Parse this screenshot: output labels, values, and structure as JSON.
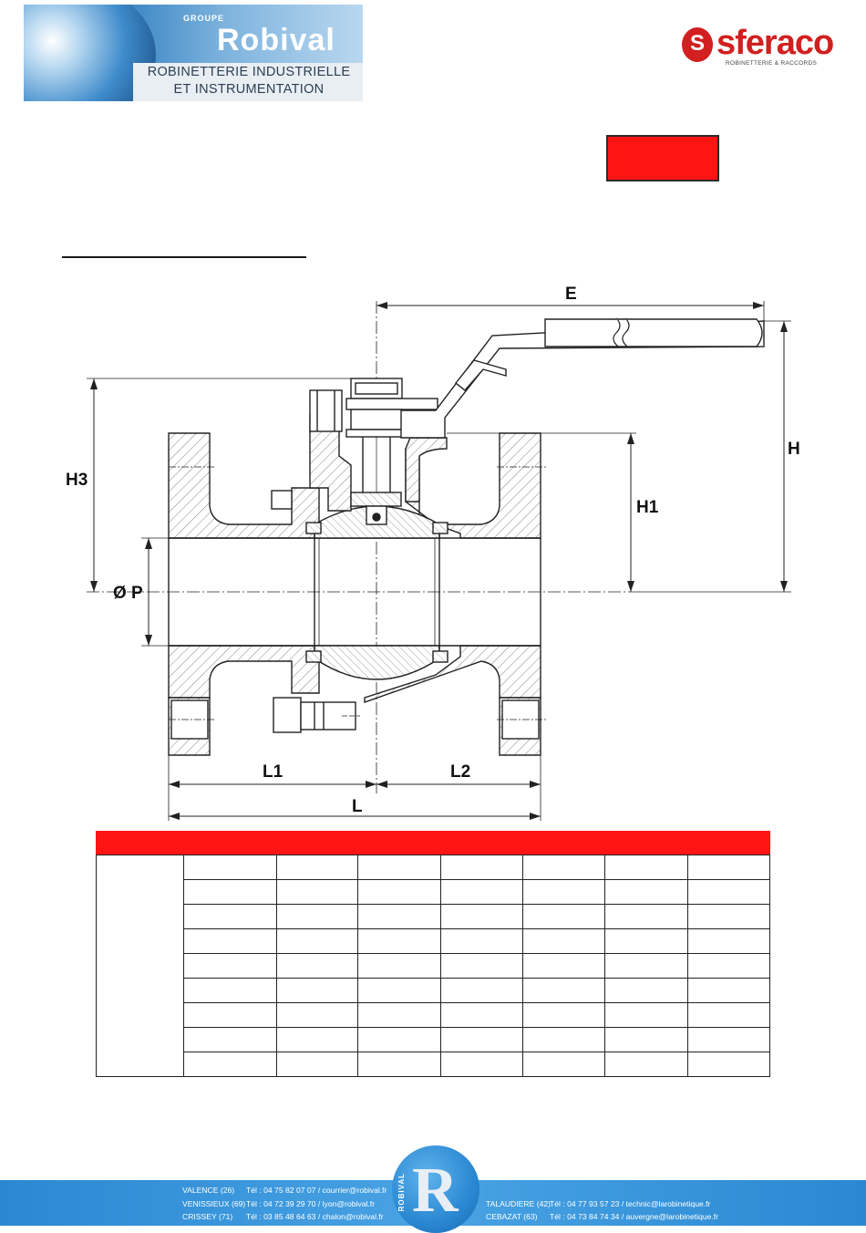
{
  "header": {
    "logo_left": {
      "groupe": "GROUPE",
      "brand": "Robival",
      "line1": "ROBINETTERIE INDUSTRIELLE",
      "line2": "ET INSTRUMENTATION"
    },
    "logo_right": {
      "mark": "S",
      "name": "sferaco",
      "sub": "ROBINETTERIE & RACCORDS"
    }
  },
  "drawing": {
    "labels": {
      "E": "E",
      "H": "H",
      "H1": "H1",
      "H3": "H3",
      "P": "Ø P",
      "L1": "L1",
      "L2": "L2",
      "L": "L"
    }
  },
  "table": {
    "columns": 8,
    "rows": 9
  },
  "footer": {
    "badge_vertical": "ROBIVAL",
    "badge_letter": "R",
    "left": [
      {
        "city": "VALENCE (26)",
        "contact": "Tél : 04 75 82 07 07 / courrier@robival.fr"
      },
      {
        "city": "VENISSIEUX (69)",
        "contact": "Tél : 04 72 39 29 70 / lyon@robival.fr"
      },
      {
        "city": "CRISSEY (71)",
        "contact": "Tél : 03 85 48 64 63 / chalon@robival.fr"
      }
    ],
    "right": [
      {
        "city": "TALAUDIERE (42)",
        "contact": "Tél : 04 77 93 57 23 / technic@larobinetique.fr"
      },
      {
        "city": "CEBAZAT (63)",
        "contact": "Tél : 04 73 84 74 34 / auvergne@larobinetique.fr"
      }
    ]
  }
}
